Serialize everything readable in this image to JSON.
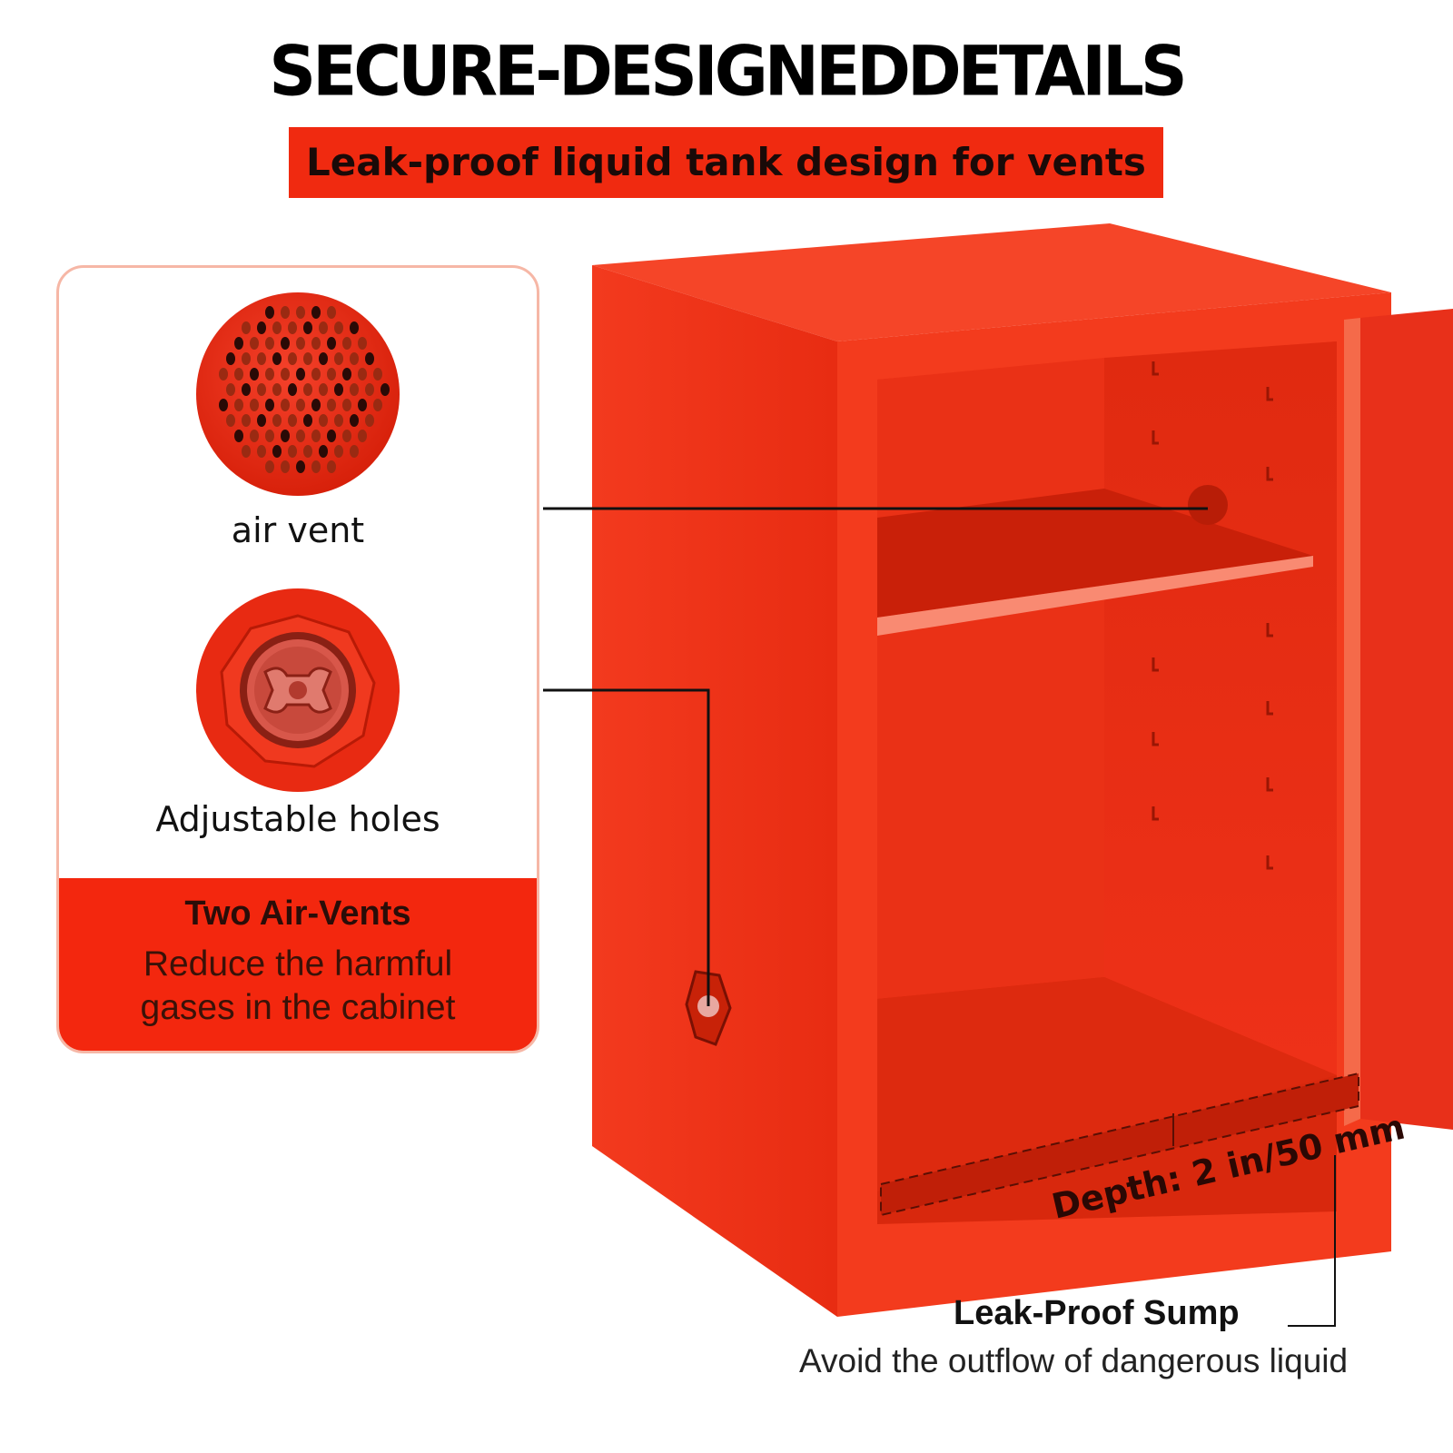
{
  "header": {
    "title": "SECURE-DESIGNEDDETAILS",
    "subtitle": "Leak-proof liquid tank design for vents"
  },
  "feature_card": {
    "vent_caption": "air vent",
    "holes_caption": "Adjustable holes",
    "heading": "Two Air-Vents",
    "lines": [
      "Reduce the harmful",
      "gases in the cabinet"
    ]
  },
  "sump": {
    "depth_label": "Depth: 2 in/50 mm",
    "title": "Leak-Proof Sump",
    "description": "Avoid the outflow of dangerous liquid"
  },
  "colors": {
    "brand_red": "#f02a10",
    "cabinet_red": "#f5371a",
    "cabinet_dark": "#c81c08"
  },
  "icons": {
    "vent": "perforated-vent-icon",
    "holes": "adjustable-cap-icon"
  }
}
